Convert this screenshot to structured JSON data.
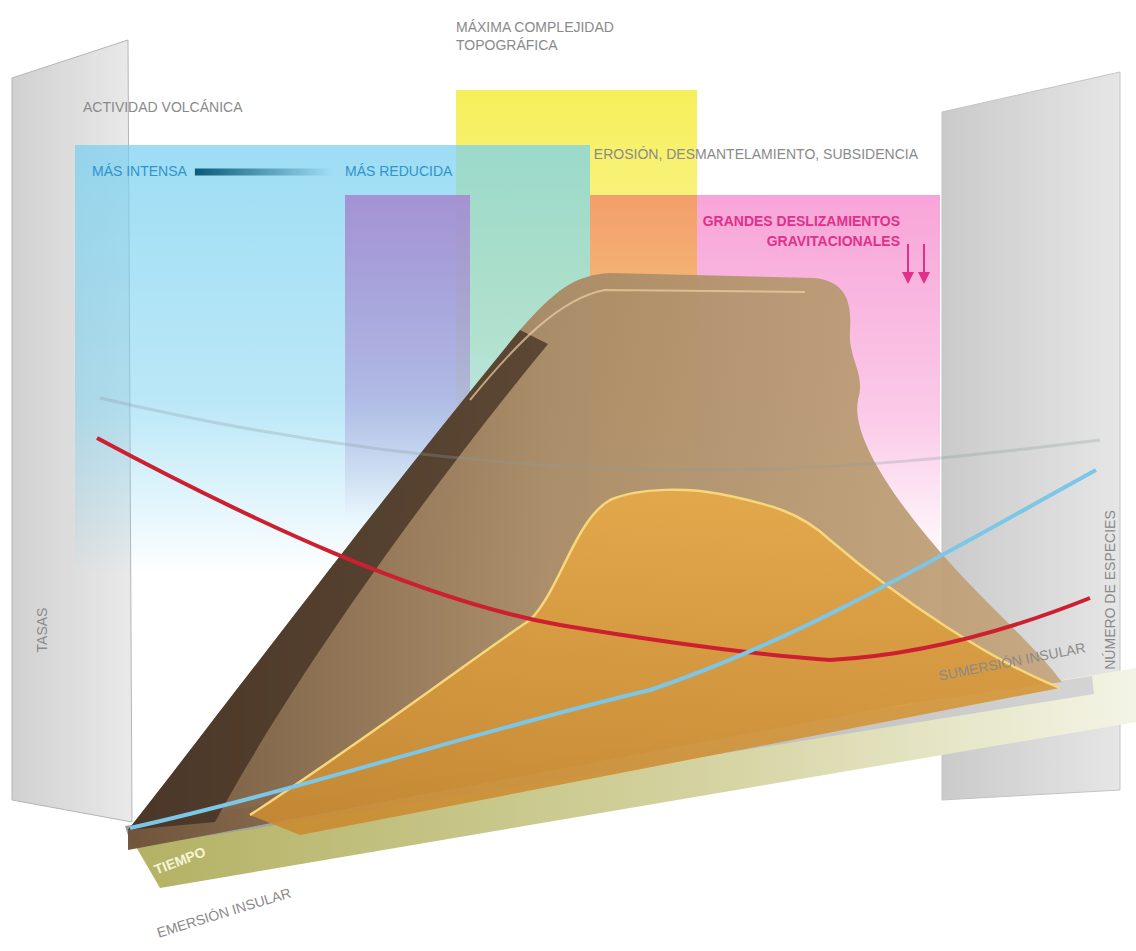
{
  "diagram": {
    "nodes": [
      {
        "text": [
          "MÁXIMA COMPLEJIDAD TOPOGRÁFICA"
        ]
      },
      {
        "text": [
          "MÁS INTENSA",
          "MÁS REDUCIDA"
        ]
      },
      {
        "text": [
          "GRANDES DESLIZAMIENTOS GRAVITACIONALES"
        ]
      }
    ],
    "labels": [
      "ACTIVIDAD VOLCÁNICA",
      "EROSIÓN, DESMANTELAMIENTO, SUBSIDENCIA",
      "TASAS",
      "NÚMERO DE ESPECIES",
      "SUMERSIÓN INSULAR",
      "TIEMPO",
      "EMERSIÓN INSULAR"
    ]
  }
}
